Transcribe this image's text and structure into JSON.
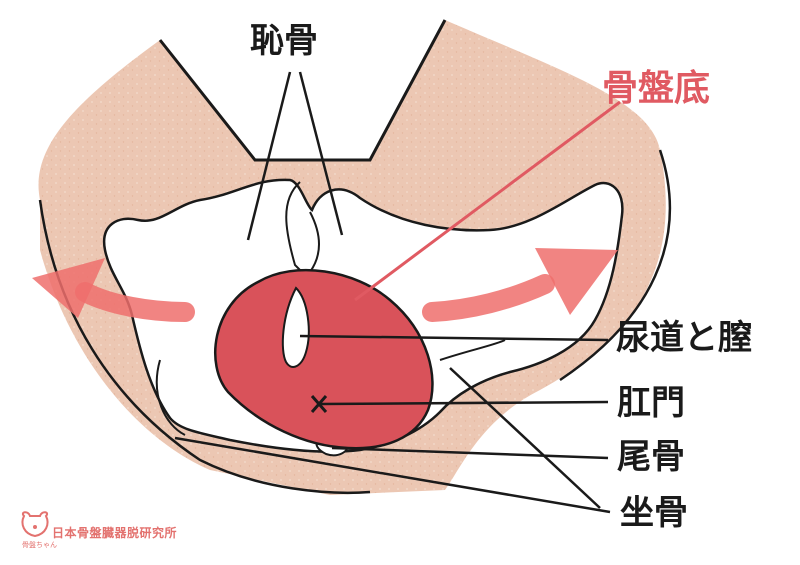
{
  "labels": {
    "pubis": "恥骨",
    "pelvic_floor": "骨盤底",
    "urethra_vagina": "尿道と膣",
    "anus": "肛門",
    "coccyx": "尾骨",
    "ischium": "坐骨"
  },
  "logo": {
    "org_name": "日本骨盤臓器脱研究所",
    "mascot_name": "骨盤ちゃん"
  },
  "colors": {
    "skin": "#ecc7b3",
    "bone": "#ffffff",
    "muscle": "#d9525a",
    "arrow": "#ef6f6c",
    "accent_text": "#e05a62",
    "outline": "#1a1a1a"
  }
}
